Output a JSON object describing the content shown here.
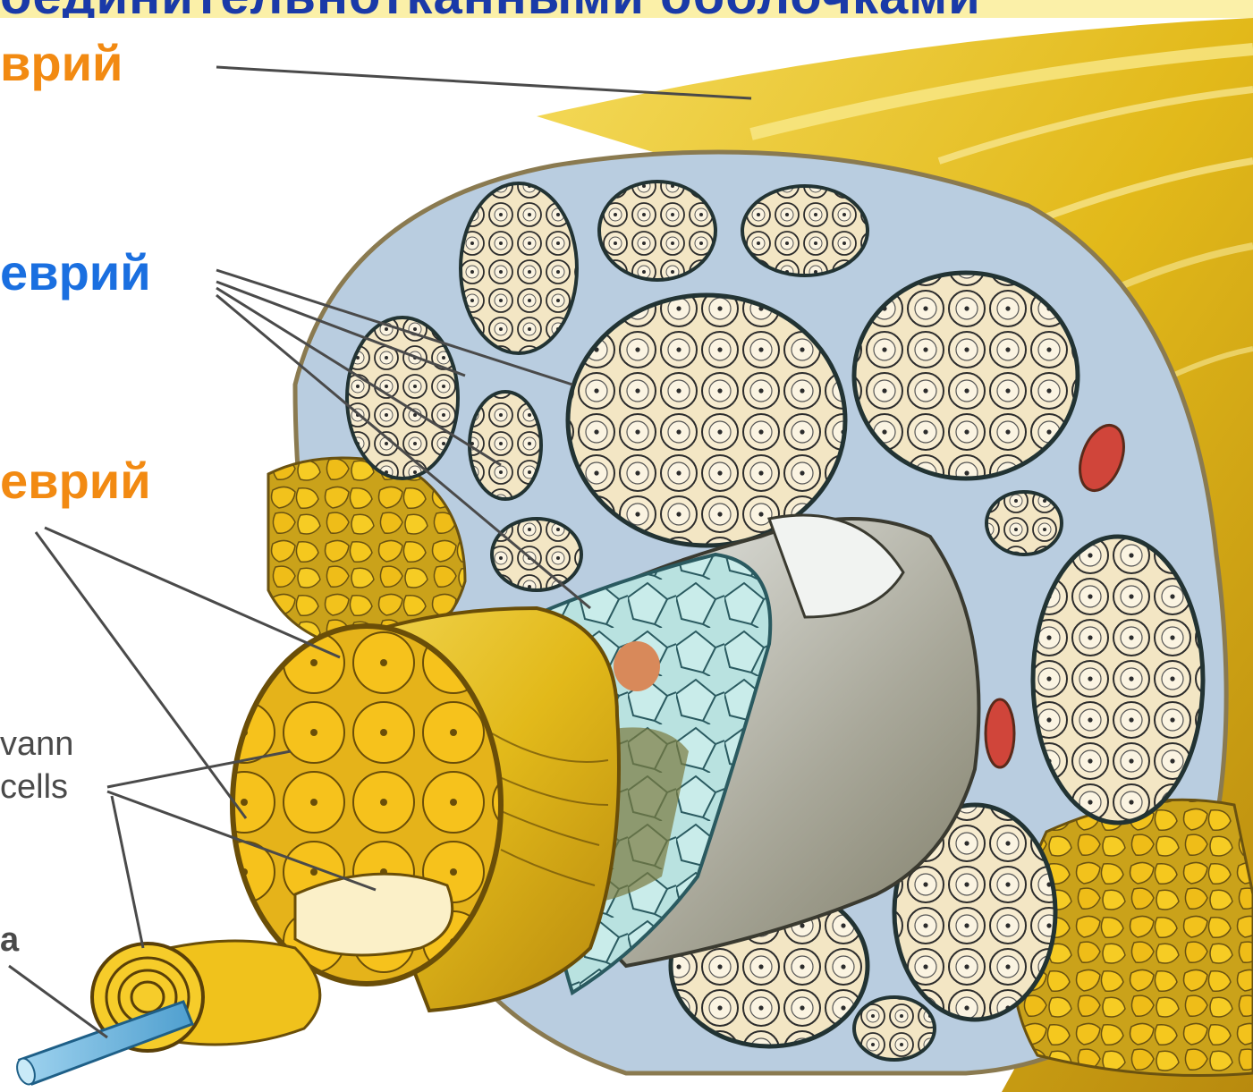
{
  "header": {
    "title_fragment": "оединительнотканными оболочками"
  },
  "labels": {
    "epineurium": "врий",
    "perineurium": "еврий",
    "endoneurium": "еврий",
    "schwann": "vann\ncells",
    "axon_fragment": "a"
  },
  "colors": {
    "epineurium_label": "#f28a12",
    "perineurium_label": "#1a6fe0",
    "nerve_yellow": "#e7c21e",
    "connective_blue": "#b9cde0",
    "fiber_cream": "#f3e6c4",
    "vessel_red": "#d0453a"
  }
}
